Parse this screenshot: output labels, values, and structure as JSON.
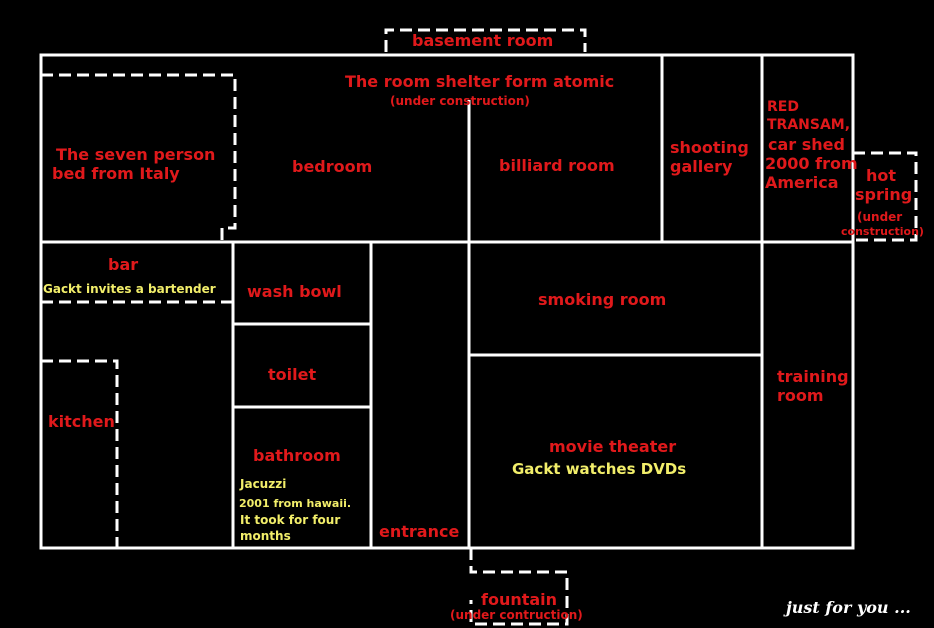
{
  "rooms": {
    "basement": "basement room",
    "shelter_title": "The room shelter form atomic",
    "shelter_note": "(under construction)",
    "seven_bed_line1": "The seven person",
    "seven_bed_line2": "bed from Italy",
    "bedroom": "bedroom",
    "billiard": "billiard room",
    "shooting_line1": "shooting",
    "shooting_line2": "gallery",
    "car_line1": "RED",
    "car_line2": "TRANSAM,",
    "car_line3": "car shed",
    "car_line4": "2000 from",
    "car_line5": "America",
    "hot_line1": "hot",
    "hot_line2": "spring",
    "hot_note1": "(under",
    "hot_note2": "construction)",
    "bar": "bar",
    "bar_note": "Gackt invites a bartender",
    "wash_bowl": "wash bowl",
    "toilet": "toilet",
    "kitchen": "kitchen",
    "bathroom": "bathroom",
    "jacuzzi_line1": "Jacuzzi",
    "jacuzzi_line2": "2001 from hawaii.",
    "jacuzzi_line3": "It took for four",
    "jacuzzi_line4": "months",
    "entrance": "entrance",
    "smoking": "smoking room",
    "movie": "movie theater",
    "movie_note": "Gackt watches DVDs",
    "training_line1": "training",
    "training_line2": "room",
    "fountain": "fountain",
    "fountain_note": "(under contruction)"
  },
  "signature": "just for you ...",
  "colors": {
    "wall": "#ffffff",
    "room_label": "#e0191b",
    "note": "#f2ee6a",
    "background": "#000000"
  }
}
